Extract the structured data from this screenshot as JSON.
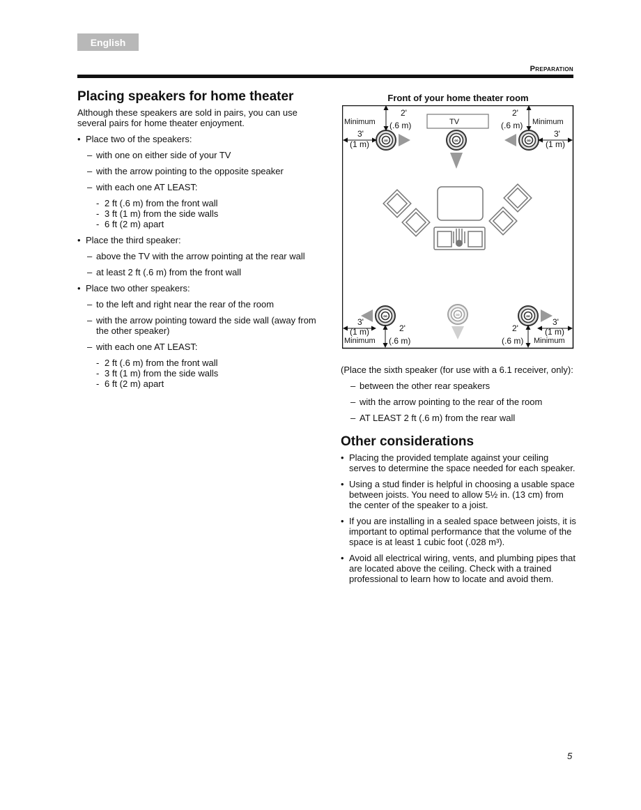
{
  "header": {
    "language_tab": "English",
    "section": "Preparation"
  },
  "left": {
    "title": "Placing speakers for home theater",
    "intro": "Although these speakers are sold in pairs, you can use several pairs for home theater enjoyment.",
    "place_two": "Place two of the speakers:",
    "place_two_items": [
      "with one on either side of your TV",
      "with the arrow pointing to the opposite speaker",
      "with each one AT LEAST:"
    ],
    "place_two_distances": [
      "2 ft (.6 m) from the front wall",
      "3 ft (1 m) from the side walls",
      "6 ft (2 m) apart"
    ],
    "place_third": "Place the third speaker:",
    "place_third_items": [
      "above the TV with the arrow pointing at the rear wall",
      "at least 2 ft (.6 m) from the front wall"
    ],
    "place_other": "Place two other speakers:",
    "place_other_items": [
      "to the left and right near the rear of the room",
      "with the arrow pointing toward the side wall (away from the other speaker)",
      "with each one AT LEAST:"
    ],
    "place_other_distances": [
      "2 ft (.6 m) from the front wall",
      "3 ft (1 m) from the side walls",
      "6 ft (2 m) apart"
    ]
  },
  "diagram": {
    "title": "Front of your home theater room",
    "tv_label": "TV",
    "minimum": "Minimum",
    "two_ft": "2'",
    "point_six_m": "(.6 m)",
    "three_ft": "3'",
    "one_m": "(1 m)"
  },
  "right": {
    "sixth_intro": "(Place the sixth speaker (for use with a 6.1 receiver, only):",
    "sixth_items": [
      "between the other rear speakers",
      "with the arrow pointing to the rear of the room",
      "AT LEAST 2 ft (.6 m) from the rear wall"
    ],
    "other_title": "Other considerations",
    "considerations": [
      "Placing the provided template against your ceiling serves to determine the space needed for each speaker.",
      "Using a stud finder is helpful in choosing a usable space between joists. You need to allow 5½ in. (13 cm) from the center of the speaker to a joist.",
      "If you are installing in a sealed space between joists, it is important to optimal performance that the volume of the space is at least 1 cubic foot (.028 m³).",
      "Avoid all electrical wiring, vents, and plumbing pipes that are located above the ceiling. Check with a trained professional to learn how to locate and avoid them."
    ]
  },
  "footer": {
    "page_number": "5"
  }
}
